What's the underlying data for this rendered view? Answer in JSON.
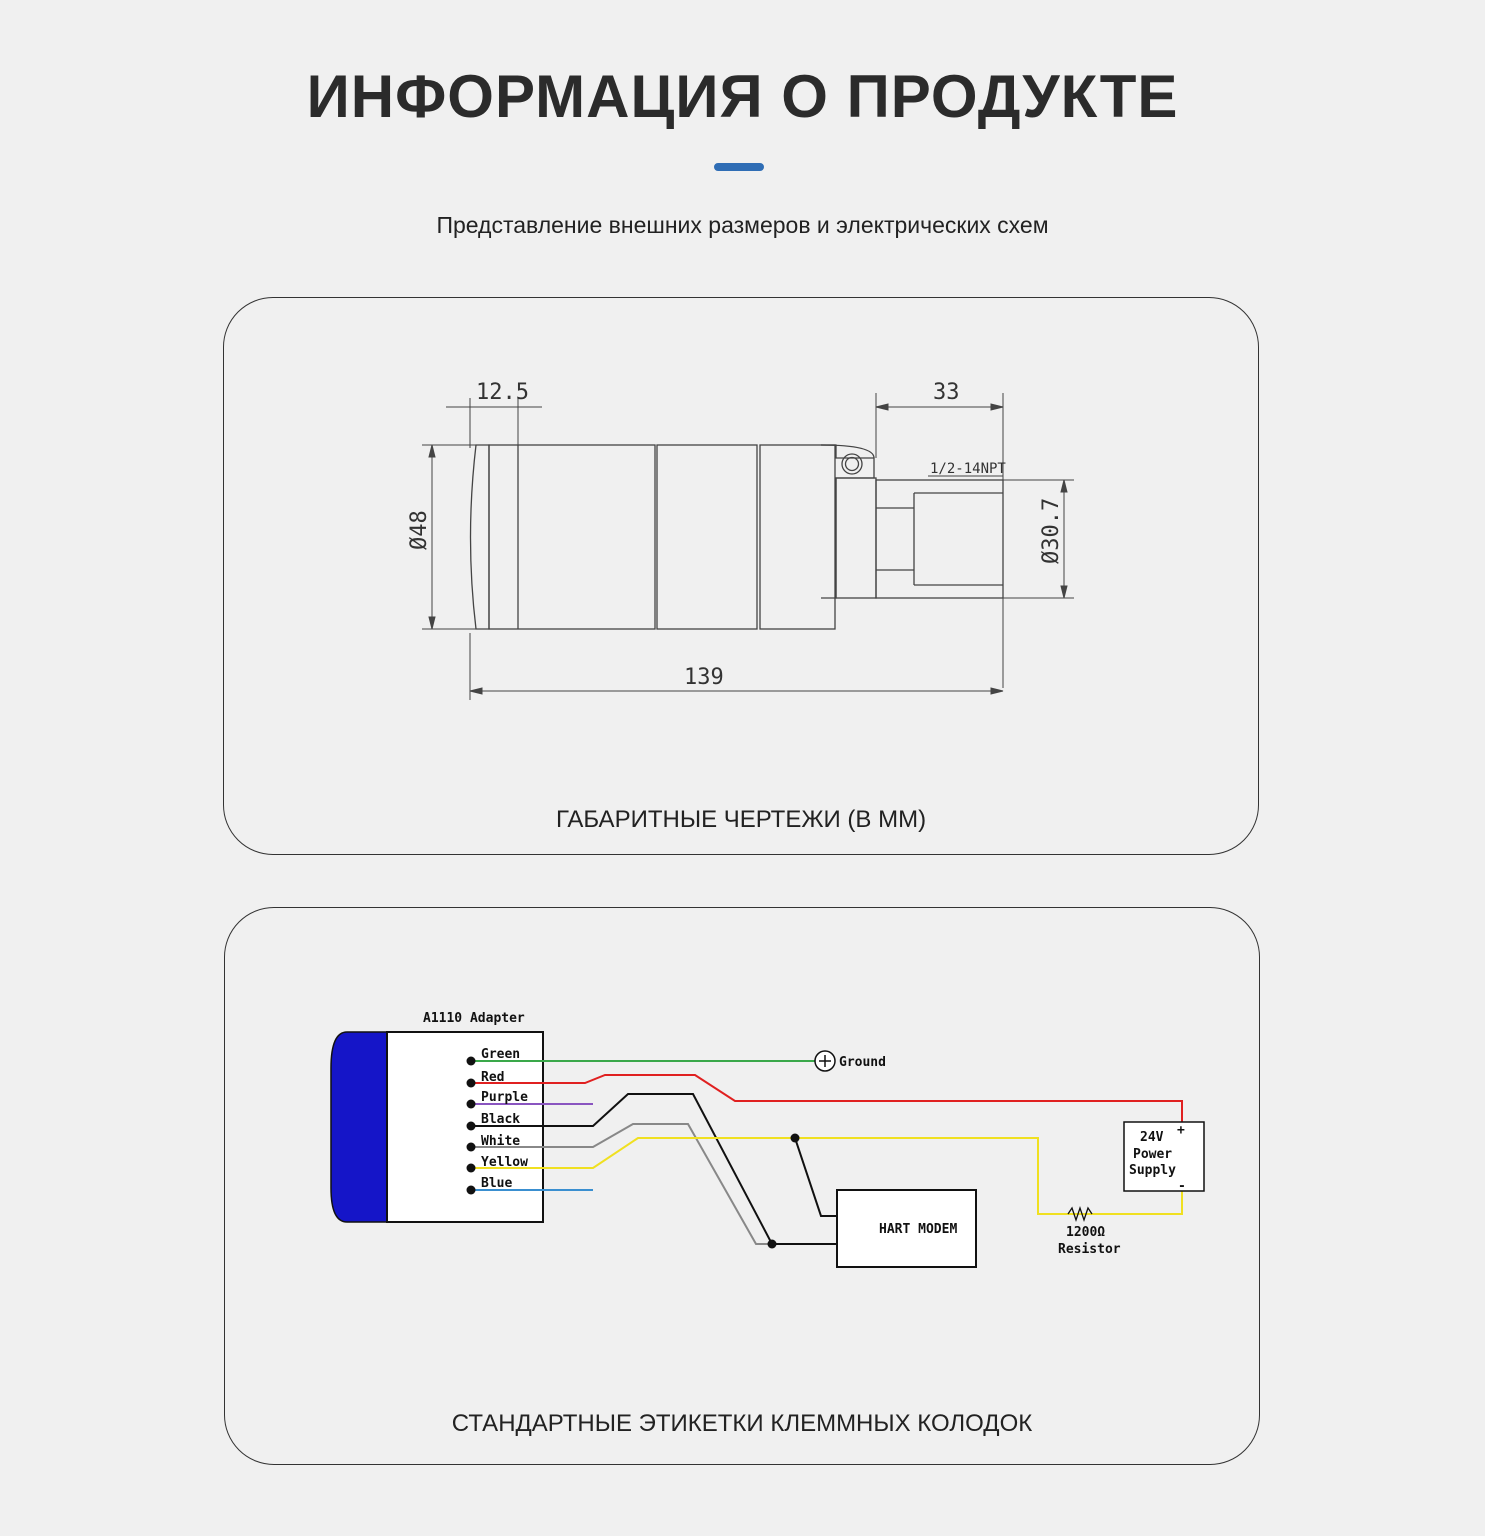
{
  "header": {
    "title": "ИНФОРМАЦИЯ О ПРОДУКТЕ",
    "subtitle": "Представление внешних размеров и электрических схем"
  },
  "drawing": {
    "caption": "ГАБАРИТНЫЕ ЧЕРТЕЖИ (В ММ)",
    "dim_head": "12.5",
    "dim_thread_len": "33",
    "thread": "1/2-14NPT",
    "dim_diameter": "Ø48",
    "dim_thread_diameter": "Ø30.7",
    "dim_total": "139"
  },
  "wiring": {
    "caption": "СТАНДАРТНЫЕ ЭТИКЕТКИ КЛЕММНЫХ КОЛОДОК",
    "adapter_label": "A1110 Adapter",
    "wires": [
      {
        "name": "Green",
        "color": "#3aa84a"
      },
      {
        "name": "Red",
        "color": "#e02020"
      },
      {
        "name": "Purple",
        "color": "#8a55c0"
      },
      {
        "name": "Black",
        "color": "#111111"
      },
      {
        "name": "White",
        "color": "#888888"
      },
      {
        "name": "Yellow",
        "color": "#f0e020"
      },
      {
        "name": "Blue",
        "color": "#3a8fd0"
      }
    ],
    "ground_label": "Ground",
    "power_supply": [
      "24V",
      "Power",
      "Supply"
    ],
    "plus": "+",
    "minus": "-",
    "hart_modem": "HART MODEM",
    "resistor": [
      "1200Ω",
      "Resistor"
    ],
    "adapter_cap_color": "#1515c8"
  }
}
